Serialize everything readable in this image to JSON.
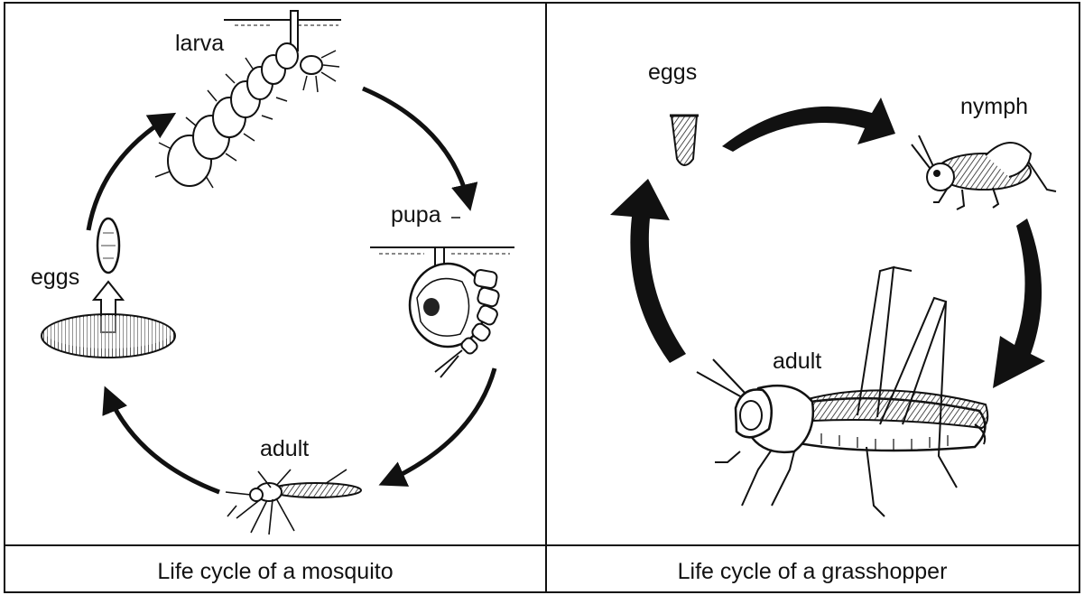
{
  "mosquito": {
    "stages": {
      "larva": "larva",
      "pupa": "pupa",
      "adult": "adult",
      "eggs": "eggs"
    },
    "caption": "Life cycle of a mosquito"
  },
  "grasshopper": {
    "stages": {
      "eggs": "eggs",
      "nymph": "nymph",
      "adult": "adult"
    },
    "caption": "Life cycle of a grasshopper"
  }
}
